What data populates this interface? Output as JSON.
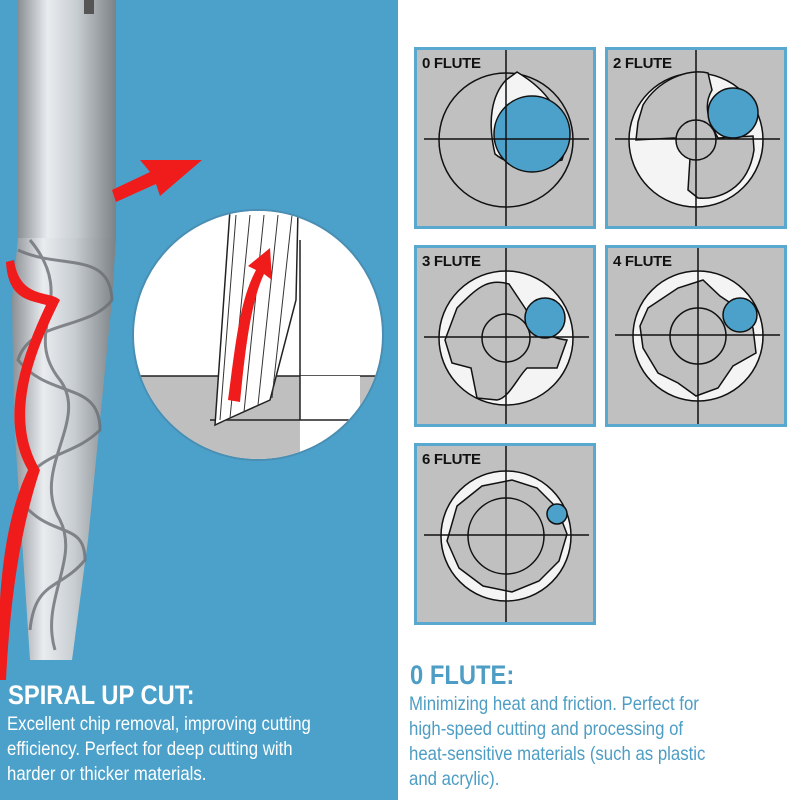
{
  "left": {
    "title": "SPIRAL UP CUT:",
    "lines": [
      "Excellent chip removal, improving cutting",
      "efficiency. Perfect for deep cutting with",
      "harder or thicker materials."
    ]
  },
  "right": {
    "panels": [
      {
        "label": "0 FLUTE"
      },
      {
        "label": "2 FLUTE"
      },
      {
        "label": "3 FLUTE"
      },
      {
        "label": "4 FLUTE"
      },
      {
        "label": "6 FLUTE"
      }
    ],
    "title": "0 FLUTE:",
    "lines": [
      "Minimizing heat and friction. Perfect for",
      "high-speed cutting and processing of",
      "heat-sensitive materials (such as plastic",
      "and acrylic)."
    ]
  },
  "colors": {
    "blue": "#4ba1c9",
    "panel_gray": "#c0c0c0",
    "arrow_red": "#f01c1c",
    "text_blue": "#4d9dc4"
  }
}
